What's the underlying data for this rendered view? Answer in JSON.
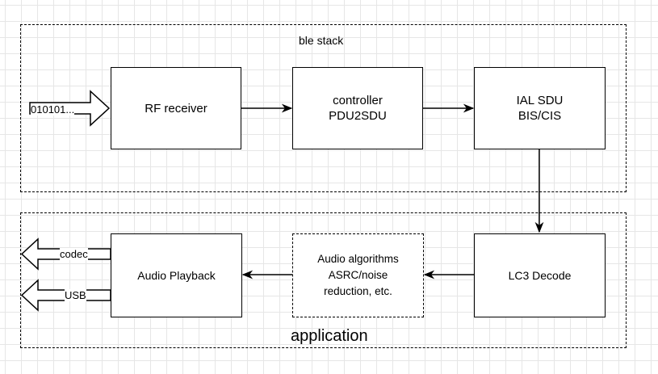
{
  "groups": {
    "ble_stack": "ble stack",
    "application": "application"
  },
  "blocks": {
    "rf_receiver": "RF receiver",
    "controller": "controller\nPDU2SDU",
    "ial_sdu": "IAL SDU\nBIS/CIS",
    "lc3_decode": "LC3 Decode",
    "audio_algorithms": "Audio algorithms\nASRC/noise\nreduction, etc.",
    "audio_playback": "Audio Playback"
  },
  "io_labels": {
    "input_bits": "010101...",
    "codec": "codec",
    "usb": "USB"
  }
}
